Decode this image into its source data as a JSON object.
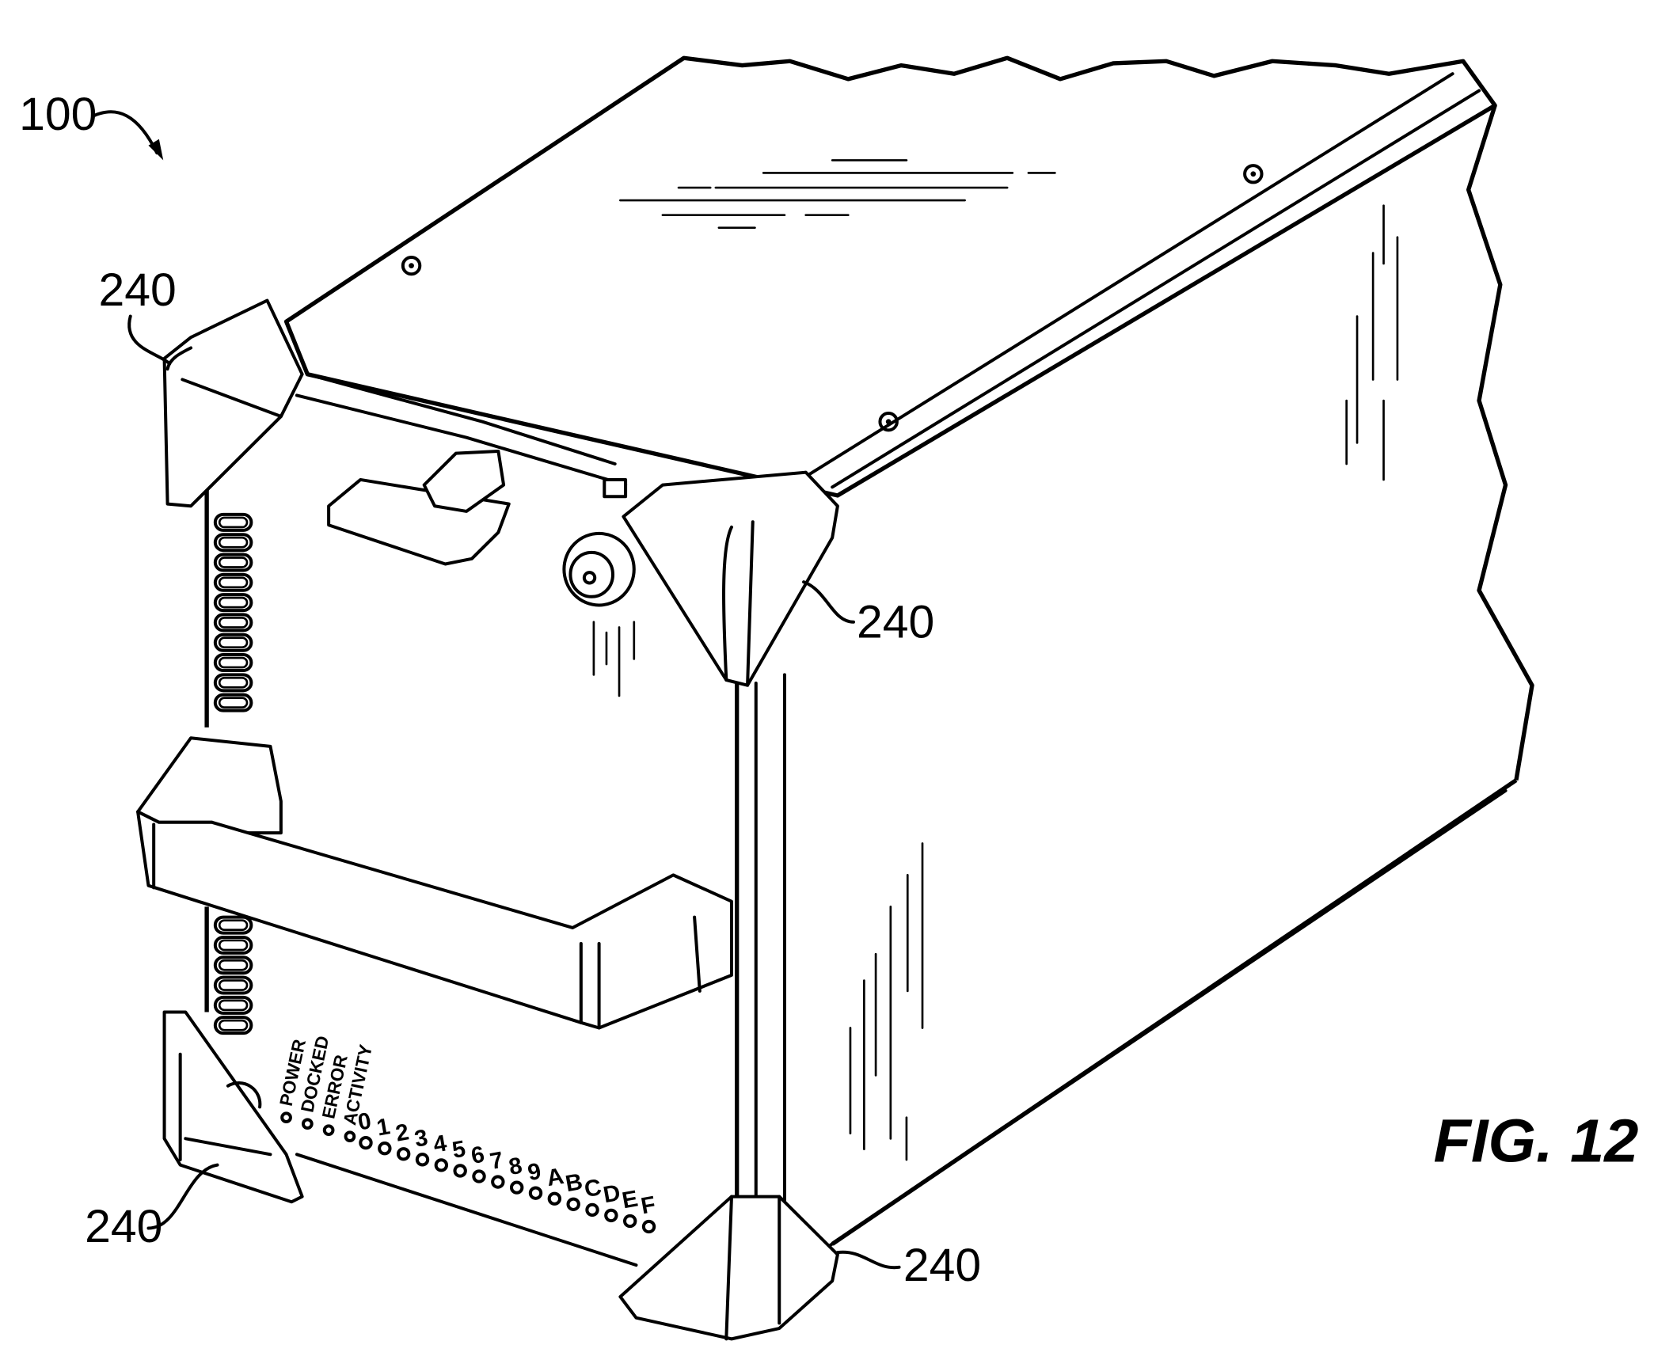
{
  "figure": {
    "title": "FIG. 12",
    "device_ref": "100",
    "bumper_refs": [
      "240",
      "240",
      "240",
      "240"
    ],
    "led_labels": [
      "POWER",
      "DOCKED",
      "ERROR",
      "ACTIVITY"
    ],
    "bay_labels": [
      "0",
      "1",
      "2",
      "3",
      "4",
      "5",
      "6",
      "7",
      "8",
      "9",
      "A",
      "B",
      "C",
      "D",
      "E",
      "F"
    ]
  }
}
